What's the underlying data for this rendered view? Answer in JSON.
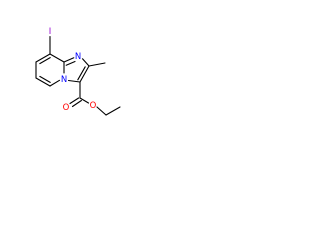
{
  "molecule": {
    "type": "skeletal-formula",
    "background": "#ffffff",
    "bond_color": "#000000",
    "atom_labels": {
      "iodine": {
        "text": "I",
        "color": "#9400d3"
      },
      "nitrogen_ring": {
        "text": "N",
        "color": "#0000ff"
      },
      "nitrogen_bridge": {
        "text": "N",
        "color": "#0000ff"
      },
      "oxygen_carbonyl": {
        "text": "O",
        "color": "#ff0000"
      },
      "oxygen_ester": {
        "text": "O",
        "color": "#ff0000"
      }
    }
  }
}
